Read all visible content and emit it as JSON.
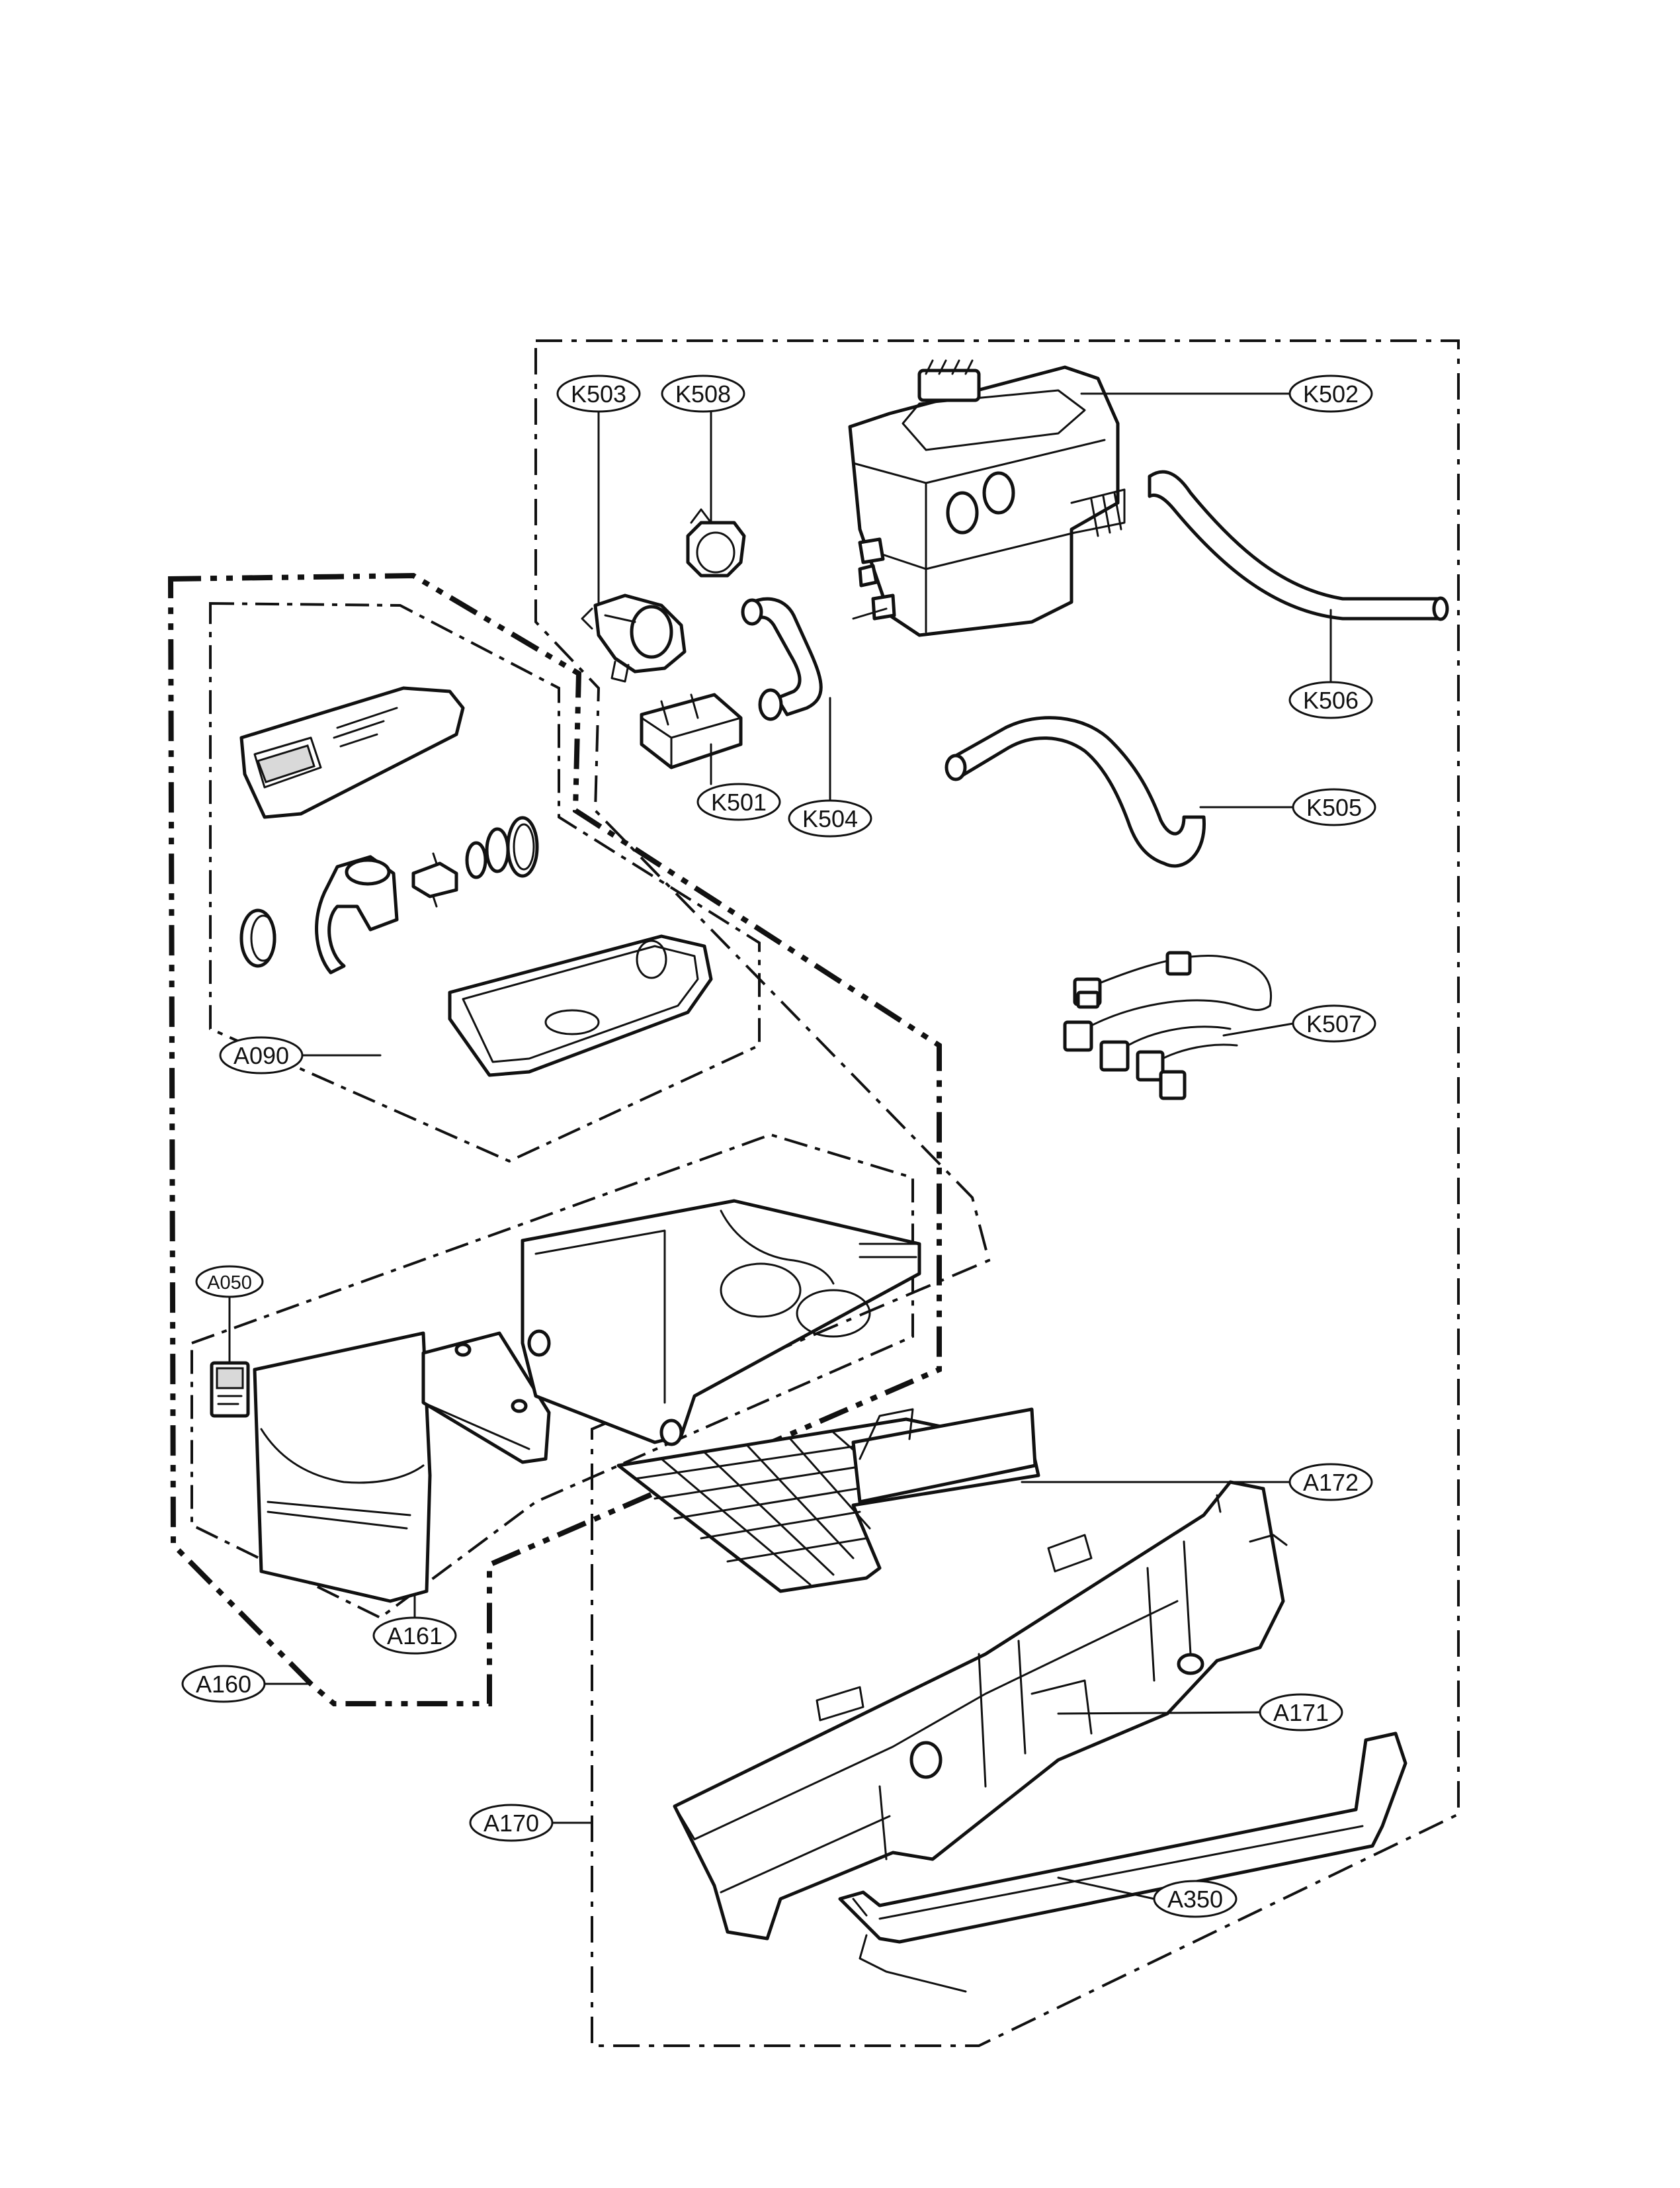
{
  "callouts": {
    "K503": "K503",
    "K508": "K508",
    "K502": "K502",
    "K506": "K506",
    "K501": "K501",
    "K504": "K504",
    "K505": "K505",
    "K507": "K507",
    "A090": "A090",
    "A050": "A050",
    "A172": "A172",
    "A171": "A171",
    "A161": "A161",
    "A160": "A160",
    "A170": "A170",
    "A350": "A350"
  },
  "colors": {
    "line": "#111111",
    "background": "#ffffff",
    "shade": "#d9d9d9"
  },
  "icons": {
    "dispenser_drawer_icon": "drawer-assembly-icon",
    "steam_generator_icon": "steam-generator-icon",
    "hose_icon": "hose-icon",
    "valve_icon": "valve-icon",
    "clamp_icon": "clamp-icon",
    "wire_harness_icon": "wire-harness-icon",
    "housing_icon": "dispenser-housing-icon",
    "bracket_icon": "bracket-icon"
  }
}
